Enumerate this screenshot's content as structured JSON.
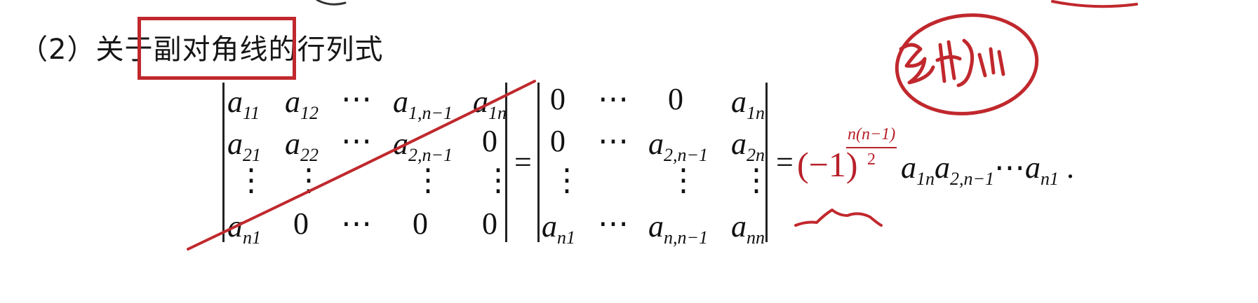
{
  "heading": {
    "prefix": "（2）关于",
    "boxed": "副对角线",
    "suffix": "的行列式"
  },
  "left_det": {
    "r1": [
      "a",
      "11",
      "a",
      "12",
      "⋯",
      "a",
      "1,n−1",
      "a",
      "1n"
    ],
    "r2": [
      "a",
      "21",
      "a",
      "22",
      "⋯",
      "a",
      "2,n−1",
      "0"
    ],
    "r3": [
      "⋮",
      "⋮",
      "⋮",
      "⋮"
    ],
    "r4": [
      "a",
      "n1",
      "0",
      "⋯",
      "0",
      "0"
    ]
  },
  "right_det": {
    "r1": [
      "0",
      "⋯",
      "0",
      "a",
      "1n"
    ],
    "r2": [
      "0",
      "⋯",
      "a",
      "2,n−1",
      "a",
      "2n"
    ],
    "r3": [
      "⋮",
      "⋮",
      "⋮"
    ],
    "r4": [
      "a",
      "n1",
      "⋯",
      "a",
      "n,n−1",
      "a",
      "nn"
    ]
  },
  "equals": "=",
  "sign": {
    "base": "(−1)",
    "exp_num": "n(n−1)",
    "exp_den": "2"
  },
  "product": {
    "t1": "a",
    "t1s": "1n",
    "t2": "a",
    "t2s": "2,n−1",
    "dots": "⋯",
    "t3": "a",
    "t3s": "n1",
    "period": "."
  },
  "annotation_color": "#c0282d"
}
